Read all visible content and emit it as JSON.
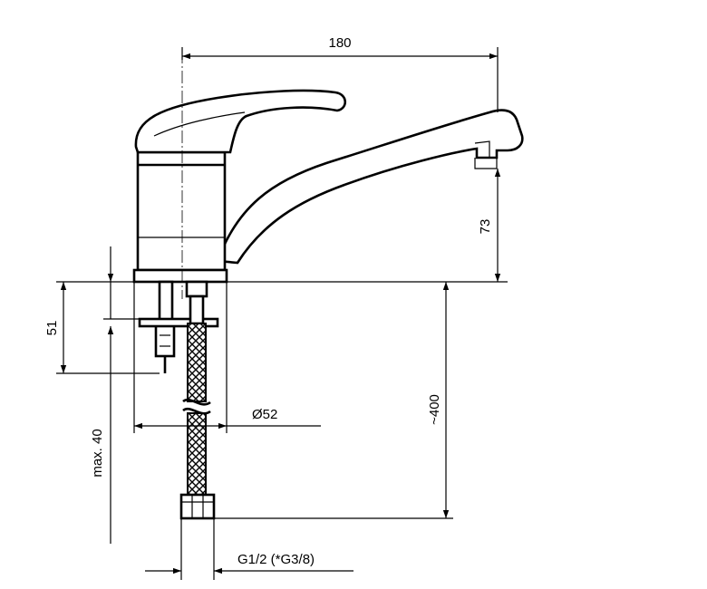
{
  "drawing": {
    "dimensions": {
      "width_total": "180",
      "spout_height": "73",
      "stud_length": "51",
      "max_thickness": "max. 40",
      "hose_length": "~400",
      "base_diameter": "Ø52",
      "connection_thread": "G1/2  (*G3/8)"
    },
    "colors": {
      "line": "#000000",
      "background": "#ffffff"
    }
  }
}
